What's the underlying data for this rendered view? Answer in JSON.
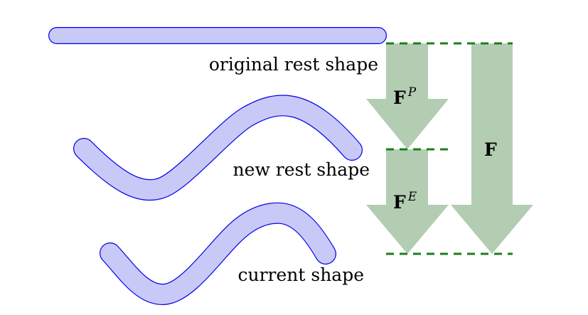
{
  "colors": {
    "shape_fill": "#c9c9f7",
    "shape_stroke": "#0000ee",
    "arrow_fill": "#b3cdb3",
    "dash_line": "#1a7f1a",
    "text": "#000000"
  },
  "labels": {
    "original_rest_shape": "original rest shape",
    "new_rest_shape": "new rest shape",
    "current_shape": "current shape"
  },
  "arrows": {
    "plastic": {
      "symbol": "F",
      "superscript": "P"
    },
    "elastic": {
      "symbol": "F",
      "superscript": "E"
    },
    "total": {
      "symbol": "F"
    }
  }
}
